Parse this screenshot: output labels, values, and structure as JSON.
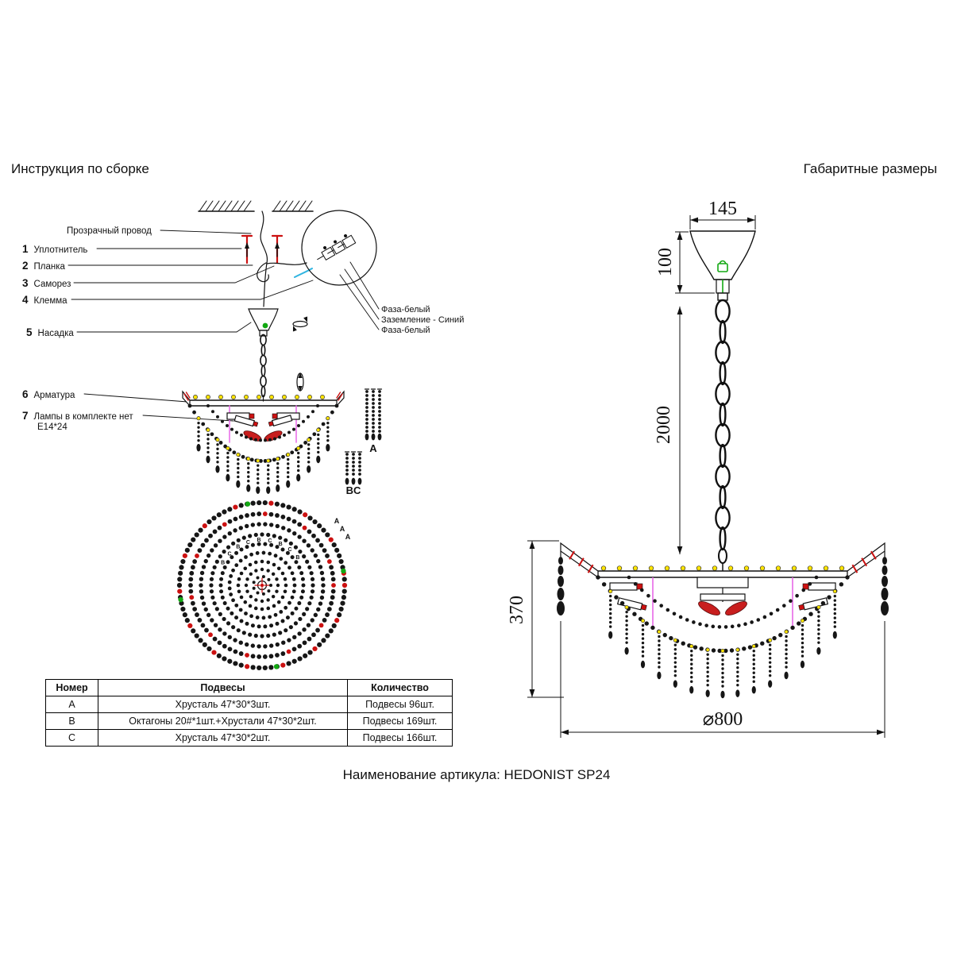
{
  "titles": {
    "left": "Инструкция по сборке",
    "right": "Габаритные размеры"
  },
  "footer": "Наименование артикула: HEDONIST SP24",
  "wire_label": "Прозрачный провод",
  "parts": [
    {
      "num": "1",
      "label": "Уплотнитель"
    },
    {
      "num": "2",
      "label": "Планка"
    },
    {
      "num": "3",
      "label": "Саморез"
    },
    {
      "num": "4",
      "label": "Клемма"
    },
    {
      "num": "5",
      "label": "Насадка"
    },
    {
      "num": "6",
      "label": "Арматура"
    },
    {
      "num": "7",
      "label": "Лампы в комплекте нет",
      "label2": "E14*24"
    }
  ],
  "wiring": [
    "Фаза-белый",
    "Заземление - Синий",
    "Фаза-белый"
  ],
  "strand_labels": {
    "a": "A",
    "b": "B",
    "c": "C",
    "bc": "BC"
  },
  "dimensions": {
    "canopy_width": "145",
    "canopy_height": "100",
    "chain_length": "2000",
    "body_height": "370",
    "diameter": "⌀800"
  },
  "table": {
    "headers": [
      "Номер",
      "Подвесы",
      "Количество"
    ],
    "rows": [
      {
        "num": "A",
        "desc": "Хрусталь 47*30*3шт.",
        "qty": "Подвесы 96шт."
      },
      {
        "num": "B",
        "desc": "Октагоны 20#*1шт.+Хрустали 47*30*2шт.",
        "qty": "Подвесы 169шт."
      },
      {
        "num": "C",
        "desc": "Хрусталь 47*30*2шт.",
        "qty": "Подвесы 166шт."
      }
    ]
  },
  "colors": {
    "accent_red": "#cc1111",
    "accent_green": "#12a812",
    "accent_yellow": "#ffe400",
    "accent_magenta": "#e868e8",
    "wire_blue": "#30b4e0"
  }
}
